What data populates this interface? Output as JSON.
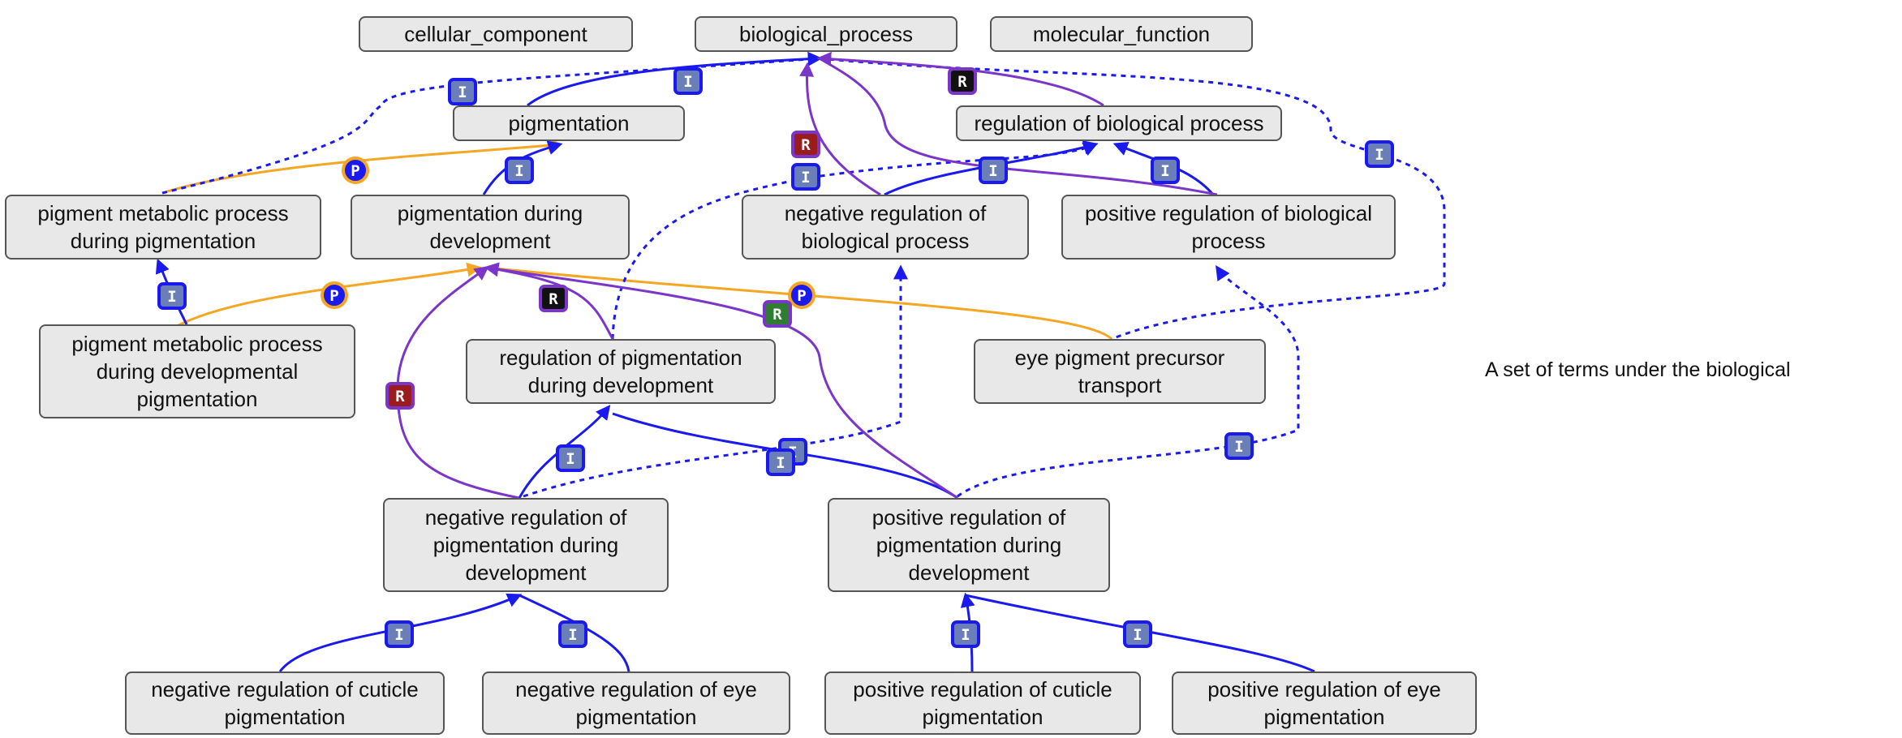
{
  "nodes": {
    "cellular_component": "cellular_component",
    "biological_process": "biological_process",
    "molecular_function": "molecular_function",
    "pigmentation": "pigmentation",
    "regulation_of_biological_process": "regulation of biological process",
    "pigment_metabolic_process_during_pigmentation": "pigment metabolic process during pigmentation",
    "pigmentation_during_development": "pigmentation during development",
    "negative_regulation_of_biological_process": "negative regulation of biological process",
    "positive_regulation_of_biological_process": "positive regulation of biological process",
    "pigment_metabolic_process_during_developmental_pigmentation": "pigment metabolic process during developmental pigmentation",
    "regulation_of_pigmentation_during_development": "regulation of pigmentation during development",
    "eye_pigment_precursor_transport": "eye pigment precursor transport",
    "negative_regulation_of_pigmentation_during_development": "negative regulation of pigmentation during development",
    "positive_regulation_of_pigmentation_during_development": "positive regulation of pigmentation during development",
    "negative_regulation_of_cuticle_pigmentation": "negative regulation of cuticle pigmentation",
    "negative_regulation_of_eye_pigmentation": "negative regulation of eye pigmentation",
    "positive_regulation_of_cuticle_pigmentation": "positive regulation of cuticle pigmentation",
    "positive_regulation_of_eye_pigmentation": "positive regulation of eye pigmentation"
  },
  "relation_labels": {
    "is_a": "I",
    "part_of": "P",
    "regulates": "R"
  },
  "colors": {
    "is_a": "#1a1aee",
    "part_of": "#f5a623",
    "regulates": "#7b35c9",
    "badge_is_a": "#6a7fb8",
    "badge_part_of": "#1a1aee",
    "badge_regulates": "#9b1c1c",
    "badge_regulates_negative": "#111111",
    "badge_regulates_positive": "#2e7d32"
  },
  "caption": "A set of terms under the biological"
}
